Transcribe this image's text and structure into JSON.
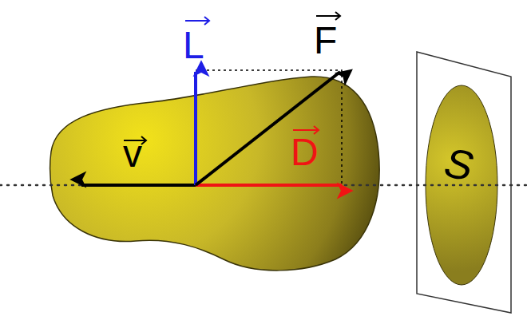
{
  "diagram": {
    "labels": [
      "L",
      "F",
      "v",
      "D",
      "S"
    ]
  }
}
